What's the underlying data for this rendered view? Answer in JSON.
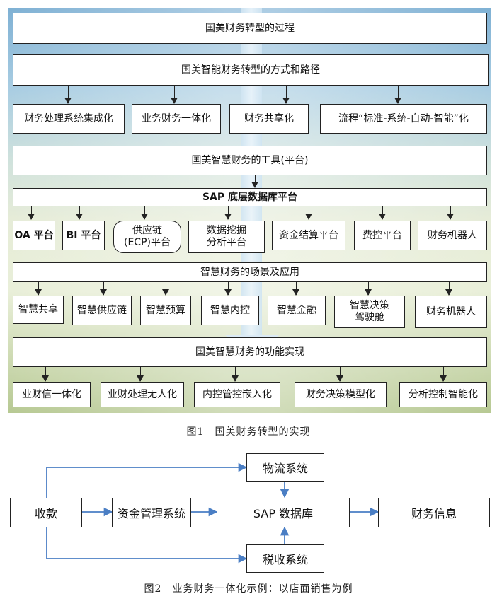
{
  "figure1": {
    "top_bar": "国美财务转型的过程",
    "ways_bar": "国美智能财务转型的方式和路径",
    "ways": [
      "财务处理系统集成化",
      "业务财务一体化",
      "财务共享化",
      "流程“标准-系统-自动-智能”化"
    ],
    "tools_bar": "国美智慧财务的工具(平台)",
    "sap_bar": "SAP 底层数据库平台",
    "platforms": [
      "OA 平台",
      "BI 平台",
      "供应链\n(ECP)平台",
      "数据挖掘\n分析平台",
      "资金结算平台",
      "费控平台",
      "财务机器人"
    ],
    "scenes_bar": "智慧财务的场景及应用",
    "scenes": [
      "智慧共享",
      "智慧供应链",
      "智慧预算",
      "智慧内控",
      "智慧金融",
      "智慧决策\n驾驶舱",
      "财务机器人"
    ],
    "functions_bar": "国美智慧财务的功能实现",
    "functions": [
      "业财信一体化",
      "业财处理无人化",
      "内控管控嵌入化",
      "财务决策模型化",
      "分析控制智能化"
    ],
    "caption": "图1　国美财务转型的实现"
  },
  "figure2": {
    "receipt": "收款",
    "fund_system": "资金管理系统",
    "sap_db": "SAP 数据库",
    "finance_info": "财务信息",
    "logistics": "物流系统",
    "tax": "税收系统",
    "caption": "图2　业务财务一体化示例：以店面销售为例",
    "line_color": "#4a7ec4"
  }
}
